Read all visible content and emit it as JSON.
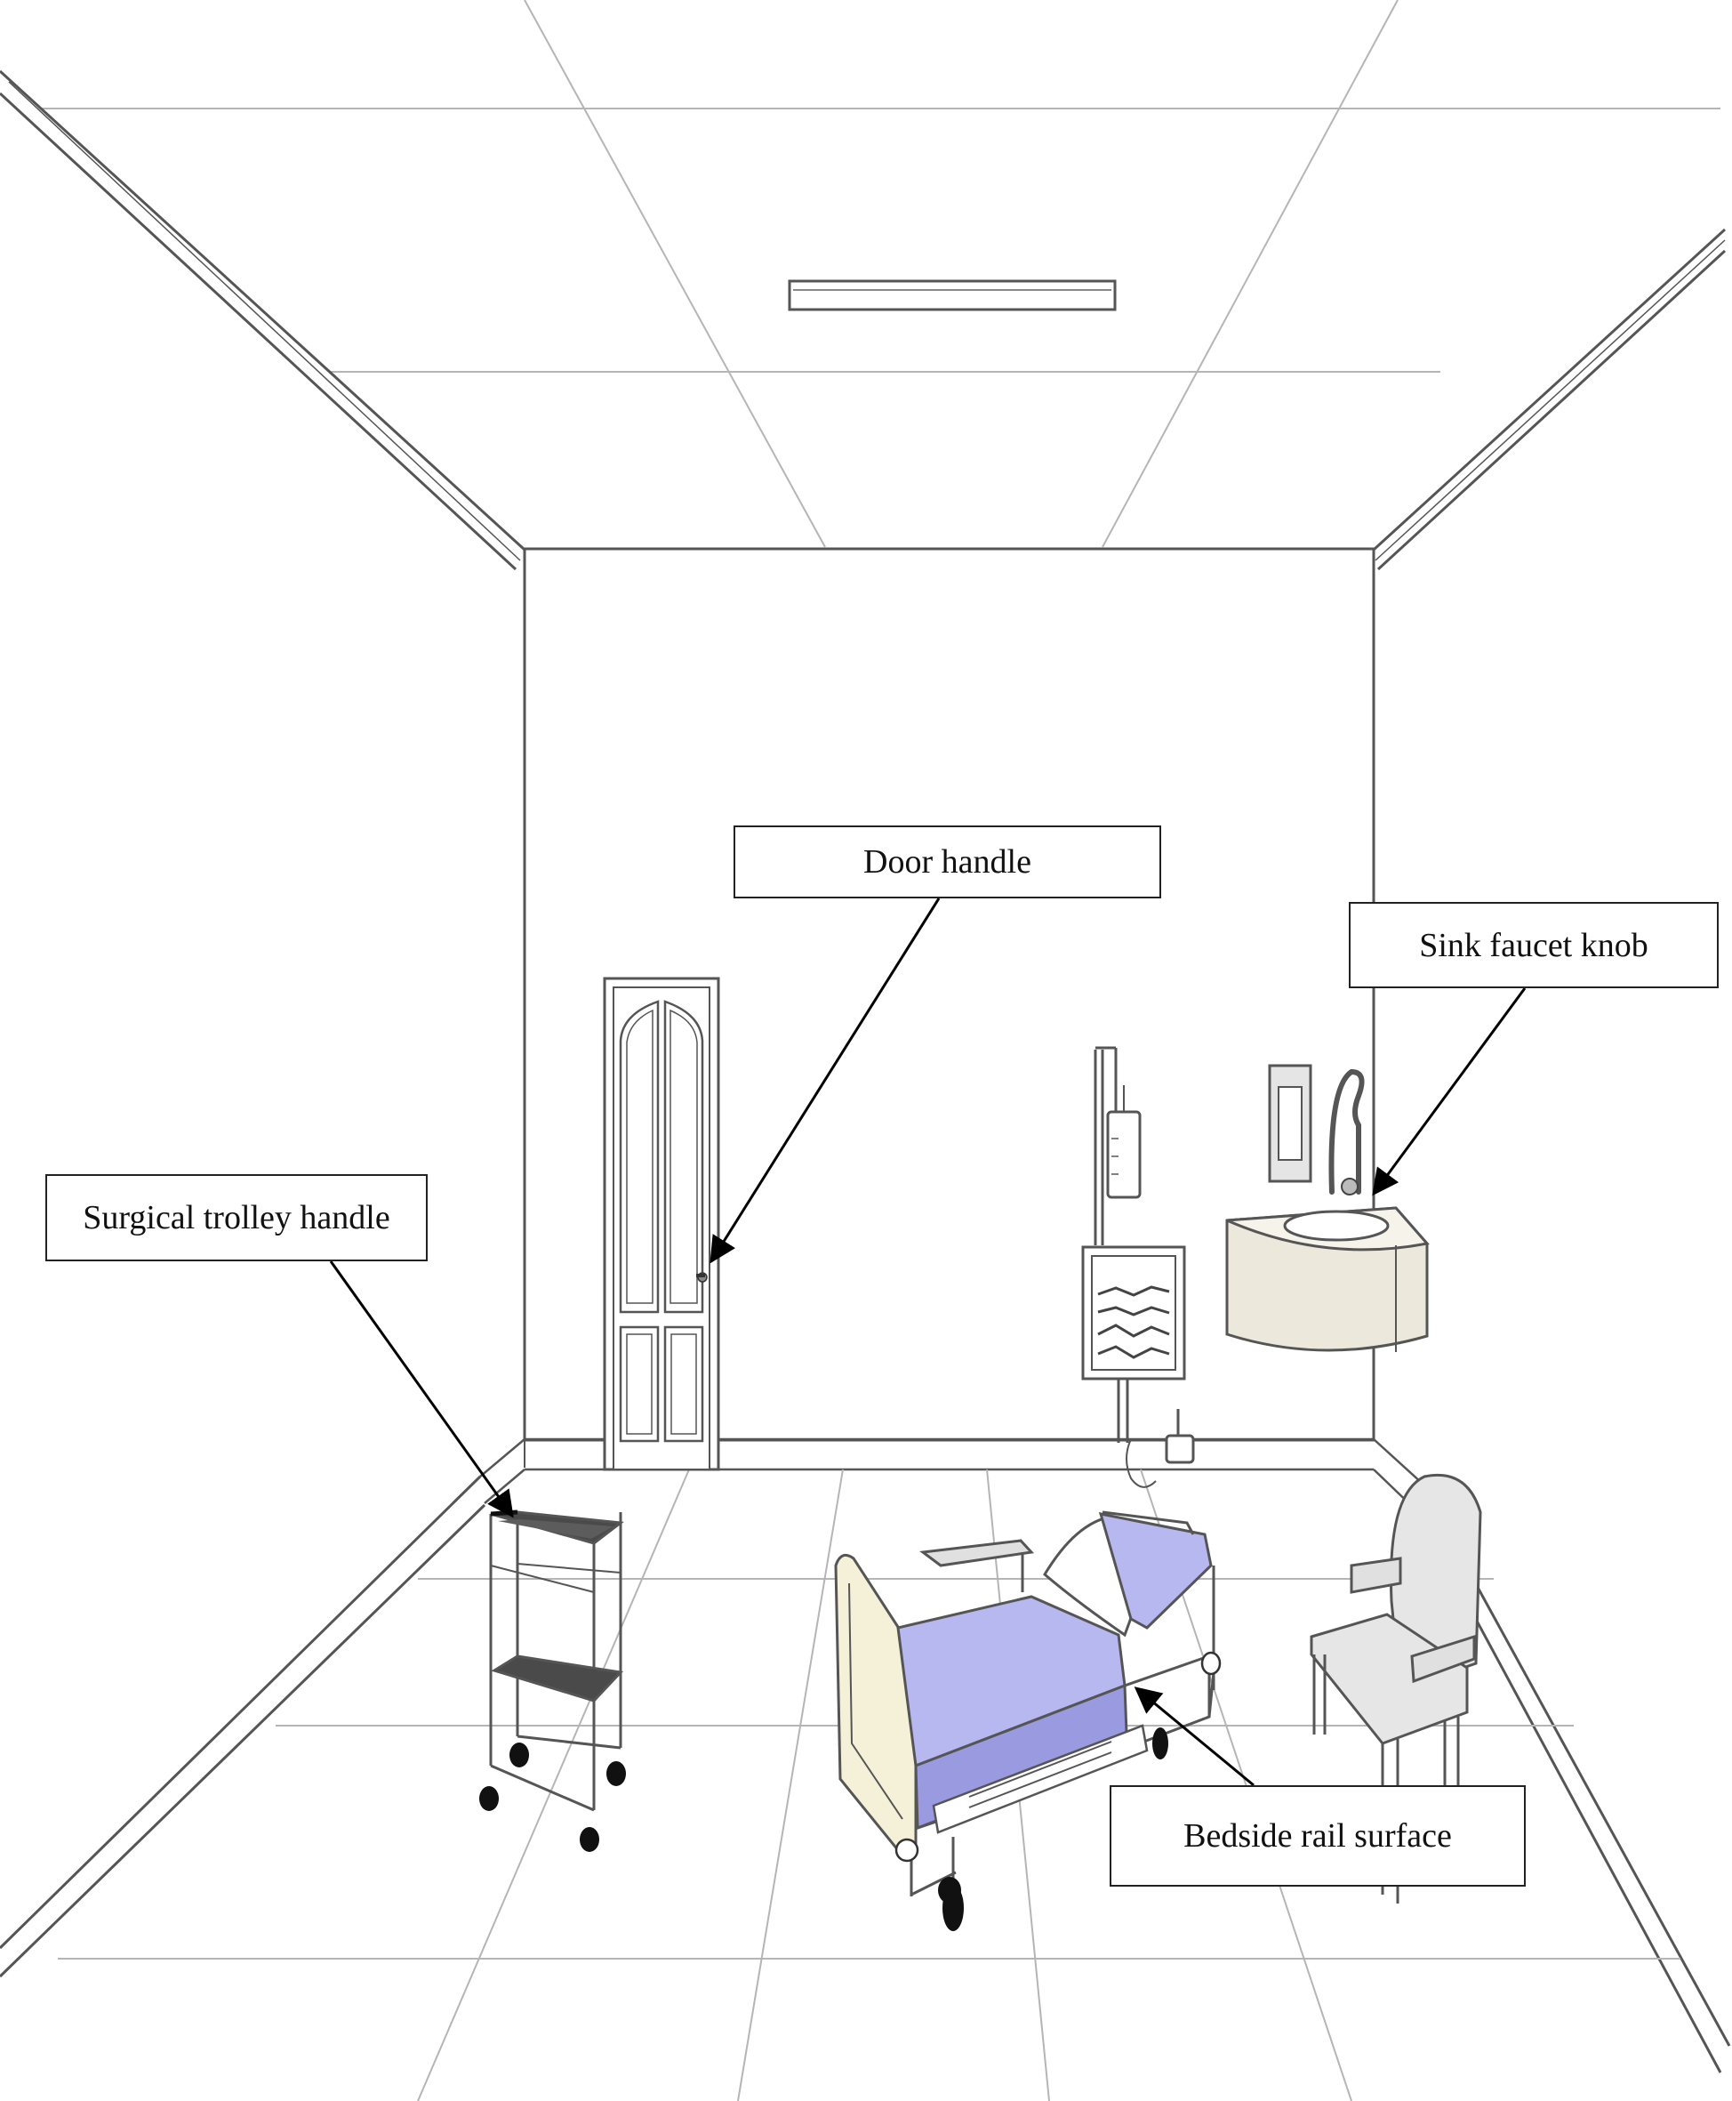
{
  "callouts": {
    "door_handle": "Door handle",
    "sink_faucet_knob": "Sink faucet knob",
    "surgical_trolley_handle": "Surgical trolley handle",
    "bedside_rail_surface": "Bedside rail surface"
  },
  "colors": {
    "line": "#555555",
    "light_line": "#b5b5b5",
    "mattress": "#b8b8f0",
    "mattress_dark": "#9a9ae0",
    "headboard": "#f5f0d8",
    "sink": "#ece9dc",
    "chair": "#e6e6e6",
    "tray": "#4a4a4a"
  }
}
